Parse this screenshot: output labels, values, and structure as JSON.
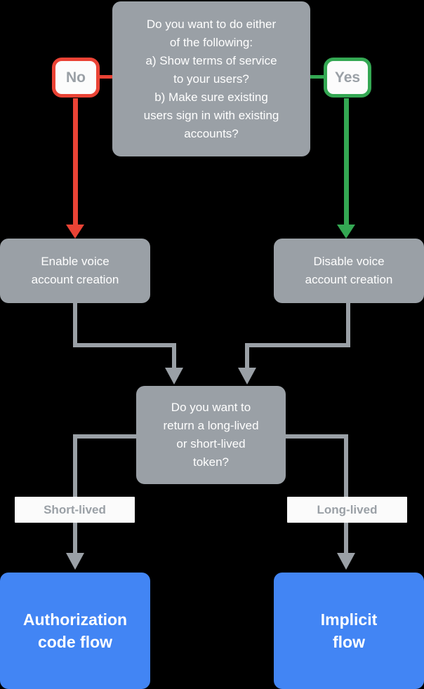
{
  "diagram": {
    "title": "Account linking flow decision chart",
    "background_color": "#000000",
    "colors": {
      "gray_node": "#9aa0a6",
      "blue_node": "#4285f4",
      "connector_gray": "#9aa0a6",
      "no_red": "#ea4335",
      "yes_green": "#34a853",
      "node_text": "#ffffff",
      "label_text": "#9aa0a6",
      "label_background": "#fbfbfb"
    }
  },
  "nodes": {
    "decision_top": {
      "id": "decision-top",
      "type": "decision",
      "text": "Do you want to do either of the following:\na) Show terms of service to your users?\nb) Make sure existing users sign in with existing accounts?",
      "lines": [
        "Do you want to do either",
        "of the following:",
        "a) Show terms of service",
        "to your users?",
        "b) Make sure existing",
        "users sign in with existing",
        "accounts?"
      ]
    },
    "enable_voice": {
      "id": "enable-voice-account-creation",
      "type": "process",
      "text": "Enable voice account creation",
      "lines": [
        "Enable voice",
        "account creation"
      ]
    },
    "disable_voice": {
      "id": "disable-voice-account-creation",
      "type": "process",
      "text": "Disable voice account creation",
      "lines": [
        "Disable voice",
        "account creation"
      ]
    },
    "decision_token": {
      "id": "decision-token-lifetime",
      "type": "decision",
      "text": "Do you want to return a long-lived or short-lived token?",
      "lines": [
        "Do you want to",
        "return a long-lived",
        "or short-lived",
        "token?"
      ]
    },
    "authorization_code_flow": {
      "id": "authorization-code-flow",
      "type": "terminal",
      "text": "Authorization code flow",
      "lines": [
        "Authorization",
        "code flow"
      ]
    },
    "implicit_flow": {
      "id": "implicit-flow",
      "type": "terminal",
      "text": "Implicit flow",
      "lines": [
        "Implicit",
        "flow"
      ]
    }
  },
  "badges": {
    "no": {
      "label": "No",
      "border_color": "#ea4335"
    },
    "yes": {
      "label": "Yes",
      "border_color": "#34a853"
    }
  },
  "edge_labels": {
    "short_lived": {
      "label": "Short-lived"
    },
    "long_lived": {
      "label": "Long-lived"
    }
  },
  "edges": [
    {
      "id": "edge-no",
      "from": "decision_top",
      "to": "enable_voice",
      "label": "No",
      "color": "#ea4335"
    },
    {
      "id": "edge-yes",
      "from": "decision_top",
      "to": "disable_voice",
      "label": "Yes",
      "color": "#34a853"
    },
    {
      "id": "edge-enable-to-token",
      "from": "enable_voice",
      "to": "decision_token",
      "label": "",
      "color": "#9aa0a6"
    },
    {
      "id": "edge-disable-to-token",
      "from": "disable_voice",
      "to": "decision_token",
      "label": "",
      "color": "#9aa0a6"
    },
    {
      "id": "edge-short-lived",
      "from": "decision_token",
      "to": "authorization_code_flow",
      "label": "Short-lived",
      "color": "#9aa0a6"
    },
    {
      "id": "edge-long-lived",
      "from": "decision_token",
      "to": "implicit_flow",
      "label": "Long-lived",
      "color": "#9aa0a6"
    }
  ]
}
